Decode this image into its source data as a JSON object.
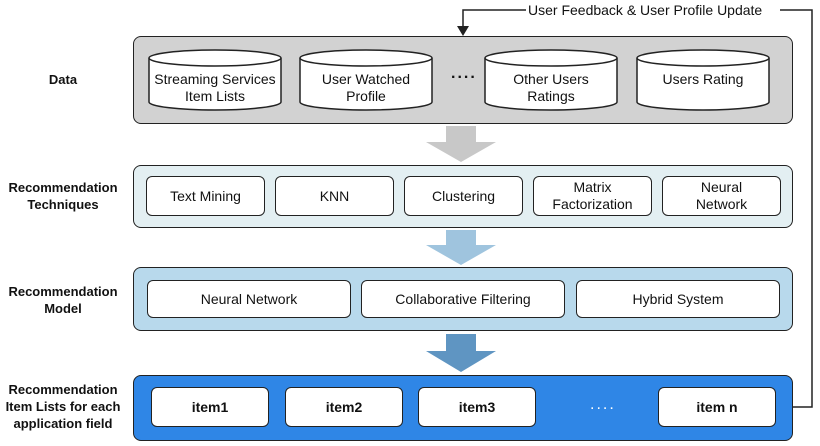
{
  "feedback_label": "User Feedback & User Profile Update",
  "rows": {
    "data": {
      "label": "Data",
      "stores": [
        "Streaming Services\nItem Lists",
        "User Watched\nProfile",
        "Other Users\nRatings",
        "Users Rating"
      ],
      "ellipsis": "...."
    },
    "techniques": {
      "label": "Recommendation\nTechniques",
      "items": [
        "Text Mining",
        "KNN",
        "Clustering",
        "Matrix\nFactorization",
        "Neural\nNetwork"
      ]
    },
    "model": {
      "label": "Recommendation\nModel",
      "items": [
        "Neural Network",
        "Collaborative Filtering",
        "Hybrid System"
      ]
    },
    "outputs": {
      "label": "Recommendation\nItem Lists for each\napplication field",
      "items": [
        "item1",
        "item2",
        "item3",
        "item n"
      ],
      "ellipsis": "...."
    }
  },
  "colors": {
    "data_panel": "#d2d2d2",
    "techniques_panel": "#e3eff2",
    "model_panel": "#b8d9ec",
    "outputs_panel": "#2f86e6",
    "arrow1": "#c8c8c8",
    "arrow2": "#9fc4de",
    "arrow3": "#5f95c2"
  }
}
